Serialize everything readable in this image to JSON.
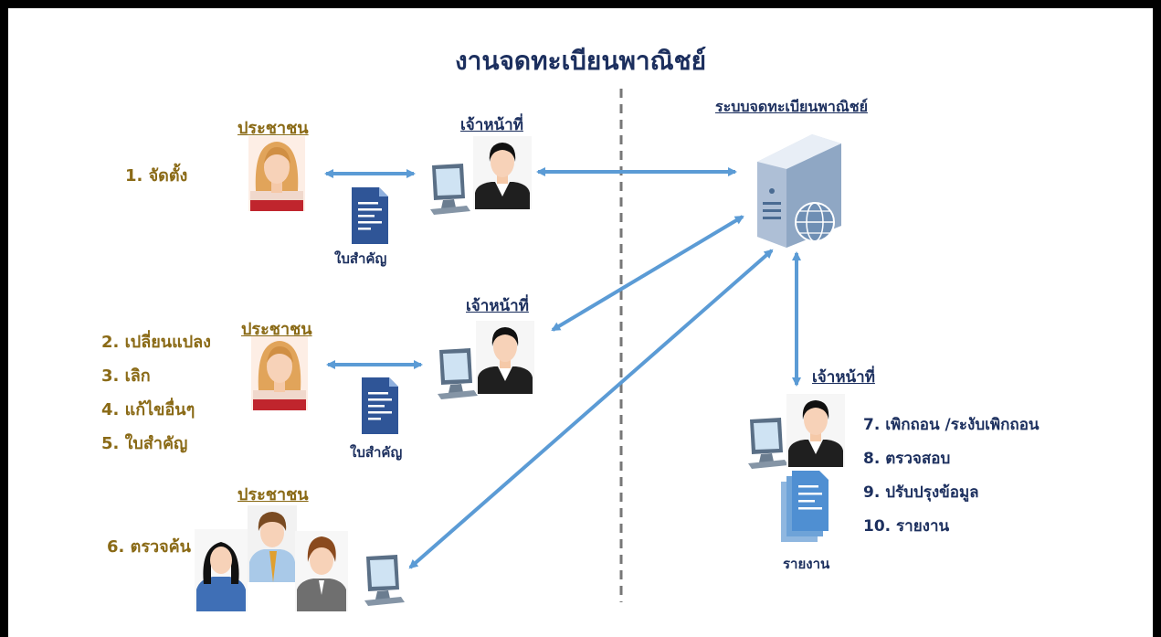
{
  "title": "งานจดทะเบียนพาณิชย์",
  "system_label": "ระบบจดทะเบียนพาณิชย์",
  "labels": {
    "citizen": "ประชาชน",
    "officer": "เจ้าหน้าที่",
    "certificate": "ใบสำคัญ",
    "report": "รายงาน"
  },
  "rows": [
    {
      "items": [
        "1. จัดตั้ง"
      ]
    },
    {
      "items": [
        "2. เปลี่ยนแปลง",
        "3. เลิก",
        "4. แก้ไขอื่นๆ",
        "5. ใบสำคัญ"
      ]
    },
    {
      "items": [
        "6. ตรวจค้น"
      ]
    }
  ],
  "officer_tasks": [
    "7. เพิกถอน /ระงับเพิกถอน",
    "8. ตรวจสอบ",
    "9. ปรับปรุงข้อมูล",
    "10. รายงาน"
  ],
  "colors": {
    "arrow": "#5b9bd5",
    "title": "#1c2f5e",
    "gold_text": "#8a6a16",
    "divider": "#777777",
    "document": "#2f5597",
    "frame": "#000000"
  },
  "icons": [
    "person-woman-icon",
    "person-man-icon",
    "monitor-icon",
    "document-icon",
    "server-globe-icon",
    "people-group-icon"
  ]
}
